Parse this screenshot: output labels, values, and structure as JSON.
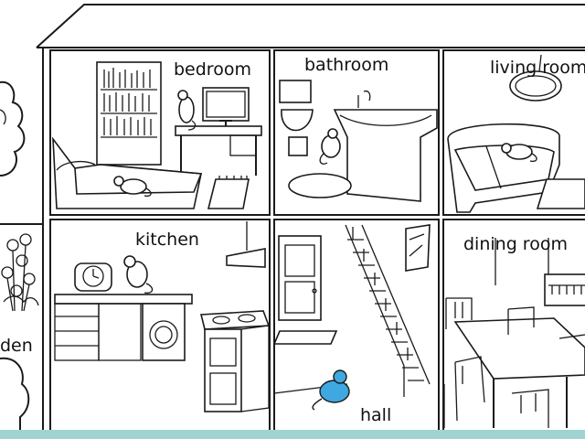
{
  "rooms": {
    "bedroom": "bedroom",
    "bathroom": "bathroom",
    "living_room": "living room",
    "kitchen": "kitchen",
    "dining_room": "dining room",
    "hall": "hall",
    "garden": "den"
  },
  "colors": {
    "line": "#1a1a1a",
    "mouse_highlight": "#3fa8e0",
    "bottom_bar": "#9fd4d2"
  }
}
